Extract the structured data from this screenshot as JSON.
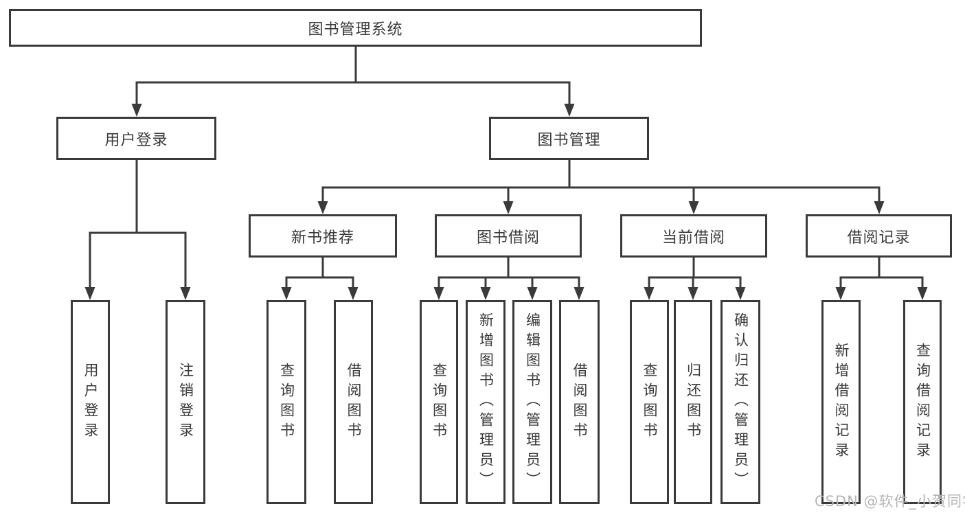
{
  "diagram_title": "图书管理系统",
  "nodes": {
    "root": "图书管理系统",
    "user_login": "用户登录",
    "book_management": "图书管理",
    "user_login_child": "用户登录",
    "logout": "注销登录",
    "new_book_recommend": "新书推荐",
    "book_borrow": "图书借阅",
    "current_borrow": "当前借阅",
    "borrow_record": "借阅记录",
    "nbr_query_book": "查询图书",
    "nbr_borrow_book": "借阅图书",
    "bb_query_book": "查询图书",
    "bb_add_book": "新增图书（管理员）",
    "bb_edit_book": "编辑图书（管理员）",
    "bb_borrow_book": "借阅图书",
    "cb_query_book": "查询图书",
    "cb_return_book": "归还图书",
    "cb_confirm_return": "确认归还（管理员）",
    "br_add_record": "新增借阅记录",
    "br_query_record": "查询借阅记录"
  },
  "watermark": "CSDN @软件_小贺同学",
  "colors": {
    "line": "#3a3a3a",
    "text": "#3a3a3a",
    "watermark": "#b6b6b6",
    "background": "#ffffff"
  }
}
